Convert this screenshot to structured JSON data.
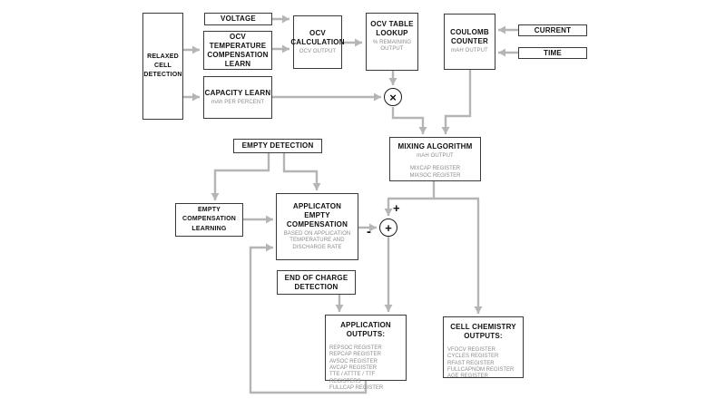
{
  "colors": {
    "connector": "#b5b5b5",
    "border": "#3a3a3a",
    "title_text": "#111111",
    "sub_text": "#8c8c8c",
    "background": "#ffffff"
  },
  "nodes": {
    "relaxed_cell_detection": {
      "title": "RELAXED\nCELL\nDETECTION"
    },
    "voltage": {
      "title": "VOLTAGE"
    },
    "ocv_temperature_compensation_learn": {
      "title": "OCV\nTEMPERATURE\nCOMPENSATION\nLEARN"
    },
    "capacity_learn": {
      "title": "CAPACITY LEARN",
      "sub": "mAh PER PERCENT"
    },
    "ocv_calculation": {
      "title": "OCV\nCALCULATION",
      "sub": "OCV OUTPUT"
    },
    "ocv_table_lookup": {
      "title": "OCV TABLE\nLOOKUP",
      "sub": "% REMAINING\nOUTPUT"
    },
    "coulomb_counter": {
      "title": "COULOMB\nCOUNTER",
      "sub": "mAH OUTPUT"
    },
    "current": {
      "title": "CURRENT"
    },
    "time": {
      "title": "TIME"
    },
    "mixing_algorithm": {
      "title": "MIXING ALGORITHM",
      "sub": "mAH OUTPUT",
      "registers": "MIXCAP REGISTER\nMIXSOC REGISTER"
    },
    "empty_detection": {
      "title": "EMPTY DETECTION"
    },
    "empty_compensation_learning": {
      "title": "EMPTY\nCOMPENSATION\nLEARNING"
    },
    "application_empty_compensation": {
      "title": "APPLICATON\nEMPTY\nCOMPENSATION",
      "sub": "BASED ON APPLICATION\nTEMPERATURE AND\nDISCHARGE RATE"
    },
    "end_of_charge_detection": {
      "title": "END OF CHARGE\nDETECTION"
    },
    "application_outputs": {
      "title": "APPLICATION\nOUTPUTS:",
      "registers": "REPSOC REGISTER\nREPCAP REGISTER\nAVSOC REGISTER\nAVCAP REGISTER\nTTE / ATTTE / TTF REGISTERS\nFULLCAP REGISTER"
    },
    "cell_chemistry_outputs": {
      "title": "CELL CHEMISTRY\nOUTPUTS:",
      "registers": "VFOCV REGISTER\nCYCLES REGISTER\nRFAST REGISTER\nFULLCAPNOM REGISTER\nAGE REGISTER"
    }
  },
  "operators": {
    "multiply": "×",
    "sum": "+",
    "plus_sign": "+",
    "minus_sign": "-"
  }
}
